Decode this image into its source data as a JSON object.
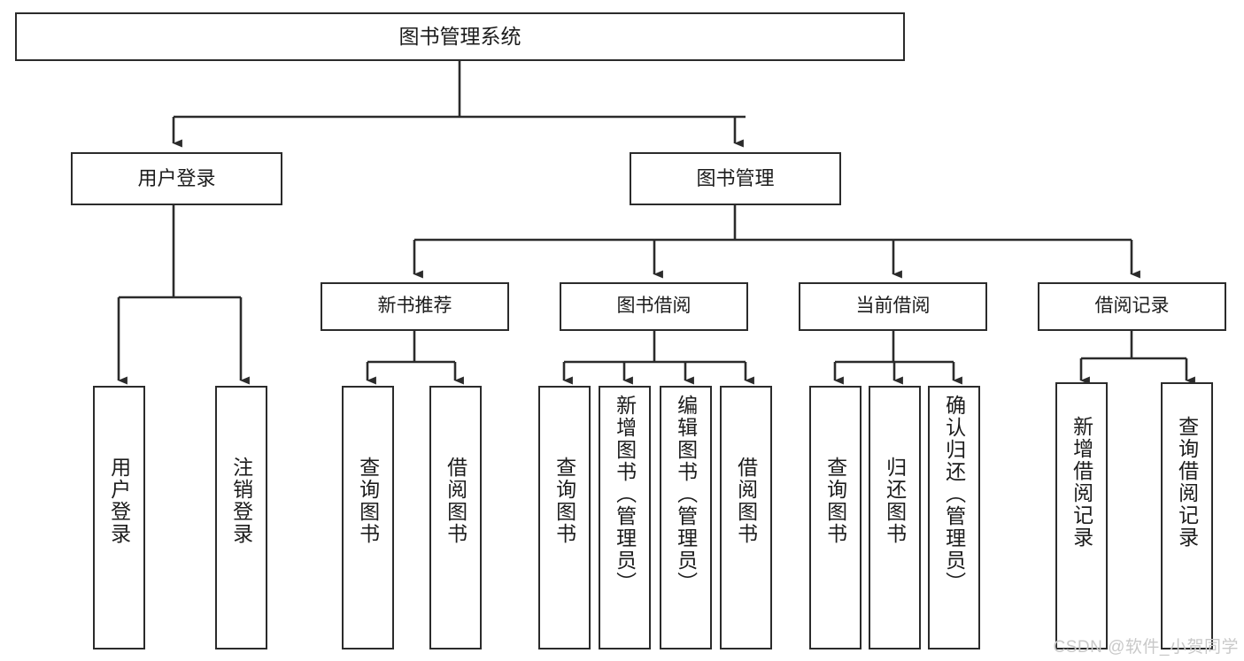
{
  "diagram": {
    "title": "图书管理系统",
    "type": "tree",
    "watermark": "CSDN @软件_小贺同学",
    "colors": {
      "stroke": "#2b2b2b",
      "fill": "#ffffff",
      "text": "#1c1c1c",
      "watermark": "#c9c9c9"
    },
    "nodes": {
      "root": {
        "label": "图书管理系统"
      },
      "level2": [
        {
          "id": "user-login",
          "label": "用户登录"
        },
        {
          "id": "book-management",
          "label": "图书管理"
        }
      ],
      "level3": [
        {
          "id": "new-book-recommend",
          "label": "新书推荐"
        },
        {
          "id": "book-borrow",
          "label": "图书借阅"
        },
        {
          "id": "current-borrow",
          "label": "当前借阅"
        },
        {
          "id": "borrow-record",
          "label": "借阅记录"
        }
      ],
      "leaves": {
        "user_login": [
          {
            "id": "leaf-user-login",
            "label": "用户登录"
          },
          {
            "id": "leaf-logout-login",
            "label": "注销登录"
          }
        ],
        "new_book_recommend": [
          {
            "id": "leaf-query-book-1",
            "label": "查询图书"
          },
          {
            "id": "leaf-borrow-book-1",
            "label": "借阅图书"
          }
        ],
        "book_borrow": [
          {
            "id": "leaf-query-book-2",
            "label": "查询图书"
          },
          {
            "id": "leaf-add-book-admin",
            "label": "新增图书（管理员）"
          },
          {
            "id": "leaf-edit-book-admin",
            "label": "编辑图书（管理员）"
          },
          {
            "id": "leaf-borrow-book-2",
            "label": "借阅图书"
          }
        ],
        "current_borrow": [
          {
            "id": "leaf-query-book-3",
            "label": "查询图书"
          },
          {
            "id": "leaf-return-book",
            "label": "归还图书"
          },
          {
            "id": "leaf-confirm-return-admin",
            "label": "确认归还（管理员）"
          }
        ],
        "borrow_record": [
          {
            "id": "leaf-add-borrow-record",
            "label": "新增借阅记录"
          },
          {
            "id": "leaf-query-borrow-record",
            "label": "查询借阅记录"
          }
        ]
      }
    }
  }
}
